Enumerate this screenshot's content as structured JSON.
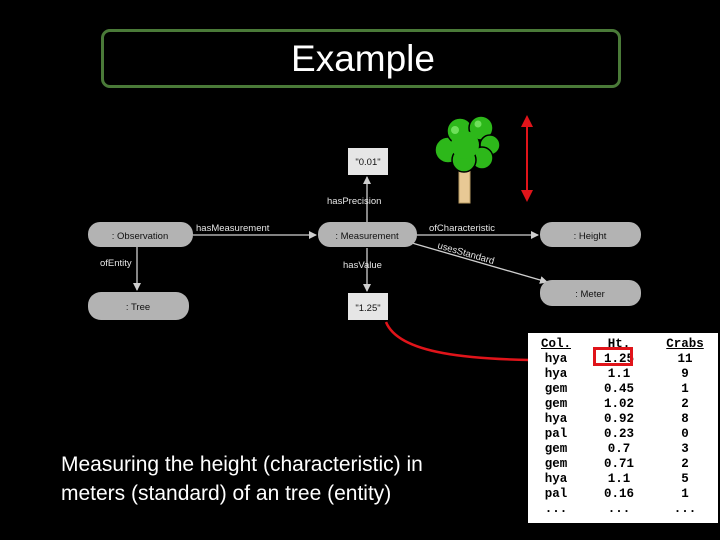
{
  "title": "Example",
  "caption": {
    "line1": "Measuring the height (characteristic) in",
    "line2": "meters (standard) of an tree (entity)"
  },
  "nodes": {
    "observation": ": Observation",
    "measurement": ": Measurement",
    "tree": ": Tree",
    "height": ": Height",
    "meter": ": Meter",
    "precision": "\"0.01\"",
    "value": "\"1.25\""
  },
  "edges": {
    "has_measurement": "hasMeasurement",
    "of_entity": "ofEntity",
    "has_precision": "hasPrecision",
    "has_value": "hasValue",
    "of_characteristic": "ofCharacteristic",
    "uses_standard": "usesStandard"
  },
  "icons": {
    "tree": "tree-icon",
    "height_arrow": "vertical-double-arrow-icon"
  },
  "colors": {
    "title_border": "#4a7a38",
    "highlight": "#e0141a",
    "node_fill": "#b3b3b3",
    "tree_green": "#2db81a"
  },
  "table": {
    "headers": [
      "Col.",
      "Ht.",
      "Crabs"
    ],
    "rows": [
      [
        "hya",
        "1.25",
        "11"
      ],
      [
        "hya",
        "1.1",
        "9"
      ],
      [
        "gem",
        "0.45",
        "1"
      ],
      [
        "gem",
        "1.02",
        "2"
      ],
      [
        "hya",
        "0.92",
        "8"
      ],
      [
        "pal",
        "0.23",
        "0"
      ],
      [
        "gem",
        "0.7",
        "3"
      ],
      [
        "gem",
        "0.71",
        "2"
      ],
      [
        "hya",
        "1.1",
        "5"
      ],
      [
        "pal",
        "0.16",
        "1"
      ],
      [
        "...",
        "...",
        "..."
      ]
    ]
  }
}
